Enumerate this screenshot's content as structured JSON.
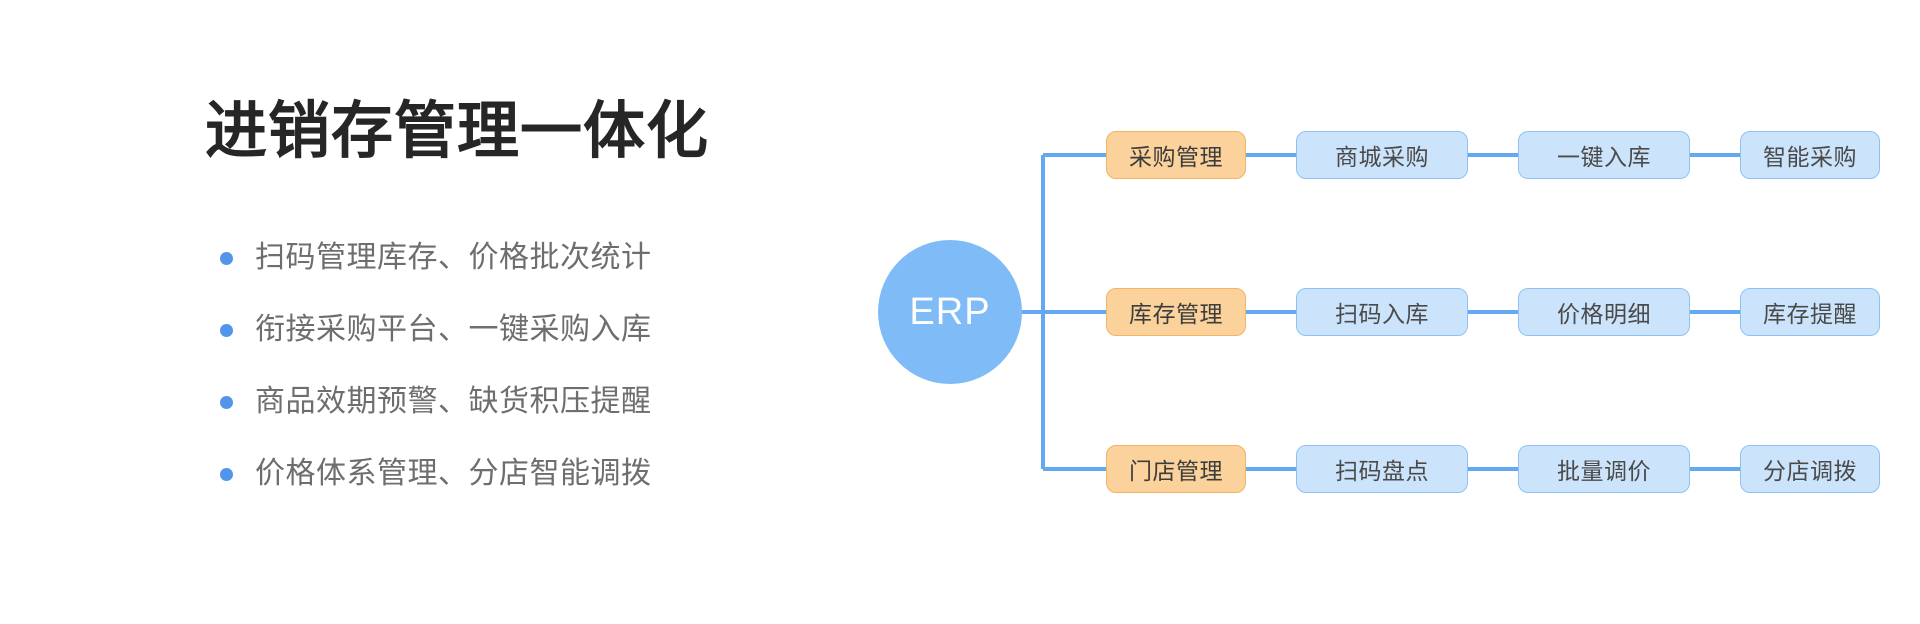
{
  "headline": "进销存管理一体化",
  "colors": {
    "accent_blue": "#5296EC",
    "node_blue_fill": "#CCE4FB",
    "node_blue_border": "#8FC2F2",
    "node_orange_fill": "#FBD29B",
    "node_orange_border": "#F3B461",
    "circle_blue": "#7FBBF7",
    "connector": "#63A8F0",
    "headline_text": "#262626",
    "bullet_text": "#6E6E6E"
  },
  "bullets": [
    {
      "text": "扫码管理库存、价格批次统计",
      "icon": "bullet-dot-icon"
    },
    {
      "text": "衔接采购平台、一键采购入库",
      "icon": "bullet-dot-icon"
    },
    {
      "text": "商品效期预警、缺货积压提醒",
      "icon": "bullet-dot-icon"
    },
    {
      "text": "价格体系管理、分店智能调拨",
      "icon": "bullet-dot-icon"
    }
  ],
  "diagram": {
    "type": "mindmap",
    "root": {
      "label": "ERP",
      "shape": "circle"
    },
    "branches": [
      {
        "label": "采购管理",
        "style": "primary",
        "children": [
          "商城采购",
          "一键入库",
          "智能采购"
        ]
      },
      {
        "label": "库存管理",
        "style": "primary",
        "children": [
          "扫码入库",
          "价格明细",
          "库存提醒"
        ]
      },
      {
        "label": "门店管理",
        "style": "primary",
        "children": [
          "扫码盘点",
          "批量调价",
          "分店调拨"
        ]
      }
    ]
  }
}
